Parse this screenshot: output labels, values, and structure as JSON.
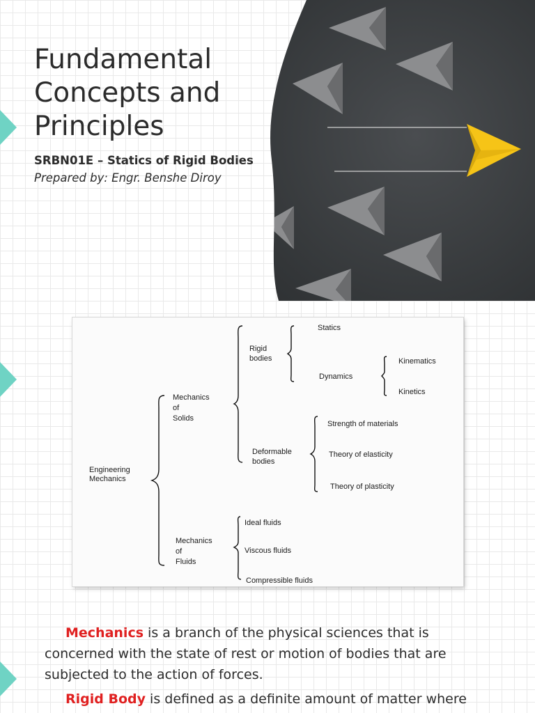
{
  "slide1": {
    "title": "Fundamental\nConcepts and\nPrinciples",
    "course": "SRBN01E – Statics of Rigid Bodies",
    "author": "Prepared by: Engr. Benshe Diroy"
  },
  "diagram": {
    "root": "Engineering\nMechanics",
    "solids": "Mechanics\nof\nSolids",
    "fluids": "Mechanics\nof\nFluids",
    "rigid": "Rigid\nbodies",
    "deformable": "Deformable\nbodies",
    "statics": "Statics",
    "dynamics": "Dynamics",
    "kinematics": "Kinematics",
    "kinetics": "Kinetics",
    "strength": "Strength of materials",
    "elasticity": "Theory of elasticity",
    "plasticity": "Theory of plasticity",
    "ideal": "Ideal fluids",
    "viscous": "Viscous fluids",
    "compressible": "Compressible fluids"
  },
  "text": {
    "p1_term": "Mechanics",
    "p1_rest": " is a branch of the physical sciences that is concerned with the state of rest or motion of bodies that are subjected to the action of forces.",
    "p2_term": "Rigid Body",
    "p2_rest": " is defined as a definite amount of matter where"
  },
  "colors": {
    "accent_teal": "#6fd3c4",
    "keyword_red": "#e02020",
    "hero_bg": "#3a3d40",
    "plane_yellow": "#f6c417"
  }
}
